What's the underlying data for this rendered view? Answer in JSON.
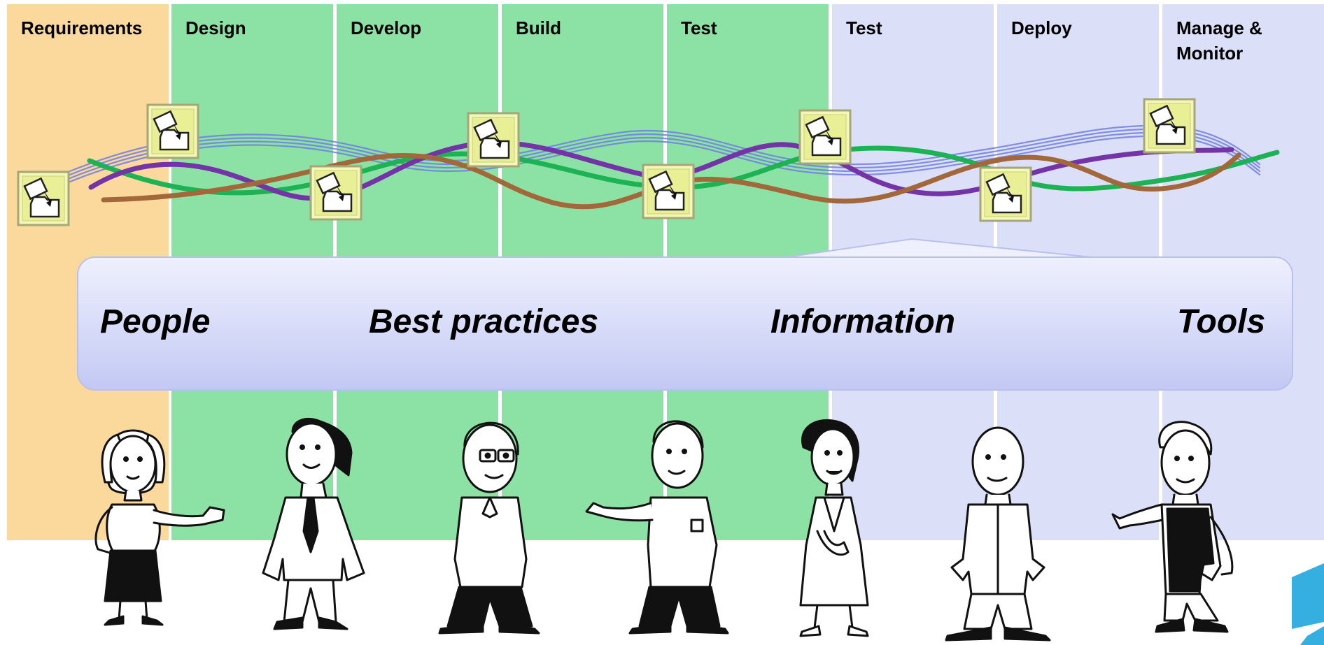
{
  "stages": [
    {
      "label": "Requirements",
      "color": "#fbd89b"
    },
    {
      "label": "Design",
      "color": "#8ce2a4"
    },
    {
      "label": "Develop",
      "color": "#8ce2a4"
    },
    {
      "label": "Build",
      "color": "#8ce2a4"
    },
    {
      "label": "Test",
      "color": "#8ce2a4"
    },
    {
      "label": "Test",
      "color": "#dcdff8"
    },
    {
      "label": "Deploy",
      "color": "#dcdff8"
    },
    {
      "label": "Manage &\nMonitor",
      "color": "#dcdff8"
    }
  ],
  "pillars": [
    "People",
    "Best practices",
    "Information",
    "Tools"
  ],
  "strands": [
    {
      "name": "green-strand",
      "color": "#1db354"
    },
    {
      "name": "purple-strand",
      "color": "#7434a8"
    },
    {
      "name": "brown-strand",
      "color": "#a3683a"
    },
    {
      "name": "blue-strand",
      "color": "#6f7fe0"
    }
  ],
  "icons": {
    "folder": "folder-document-icon",
    "person": "person-figure-icon"
  }
}
